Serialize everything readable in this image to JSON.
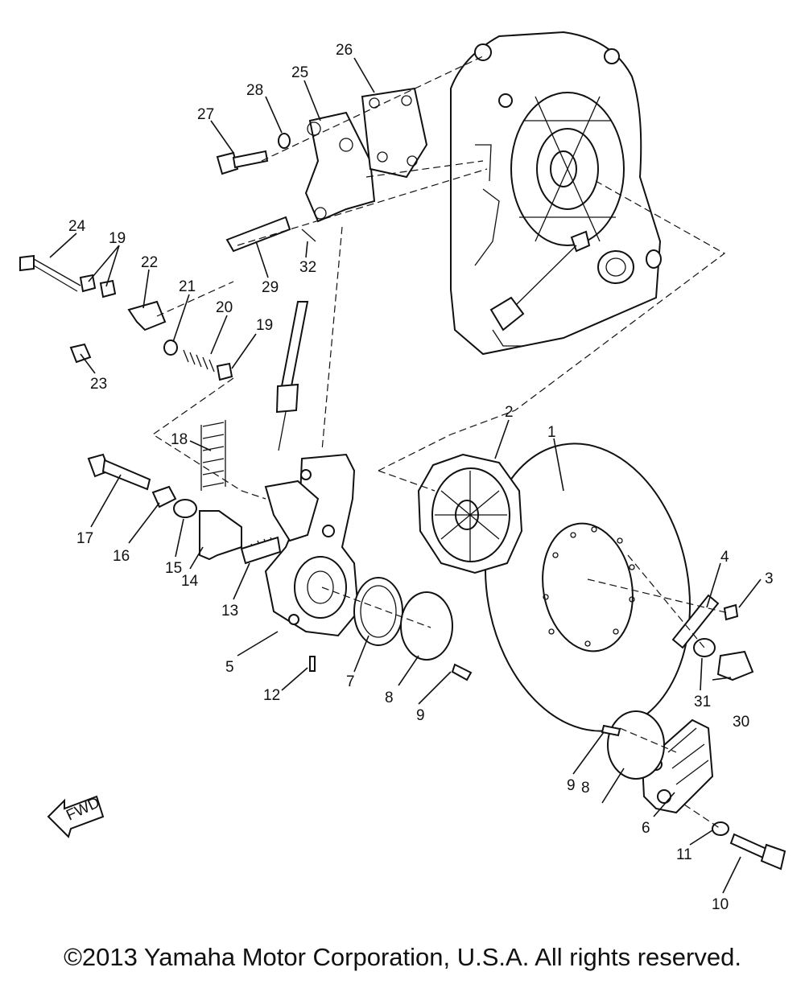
{
  "part_labels": {
    "p1": "1",
    "p2": "2",
    "p3": "3",
    "p4": "4",
    "p5": "5",
    "p6": "6",
    "p7": "7",
    "p8a": "8",
    "p8b": "8",
    "p9a": "9",
    "p9b": "9",
    "p10": "10",
    "p11": "11",
    "p12": "12",
    "p13": "13",
    "p14": "14",
    "p15": "15",
    "p16": "16",
    "p17": "17",
    "p18": "18",
    "p19a": "19",
    "p19b": "19",
    "p20": "20",
    "p21": "21",
    "p22": "22",
    "p23": "23",
    "p24": "24",
    "p25": "25",
    "p26": "26",
    "p27": "27",
    "p28": "28",
    "p29": "29",
    "p30": "30",
    "p31": "31",
    "p32": "32"
  },
  "fwd_label": "FWD",
  "copyright": "©2013 Yamaha Motor Corporation, U.S.A. All rights reserved."
}
